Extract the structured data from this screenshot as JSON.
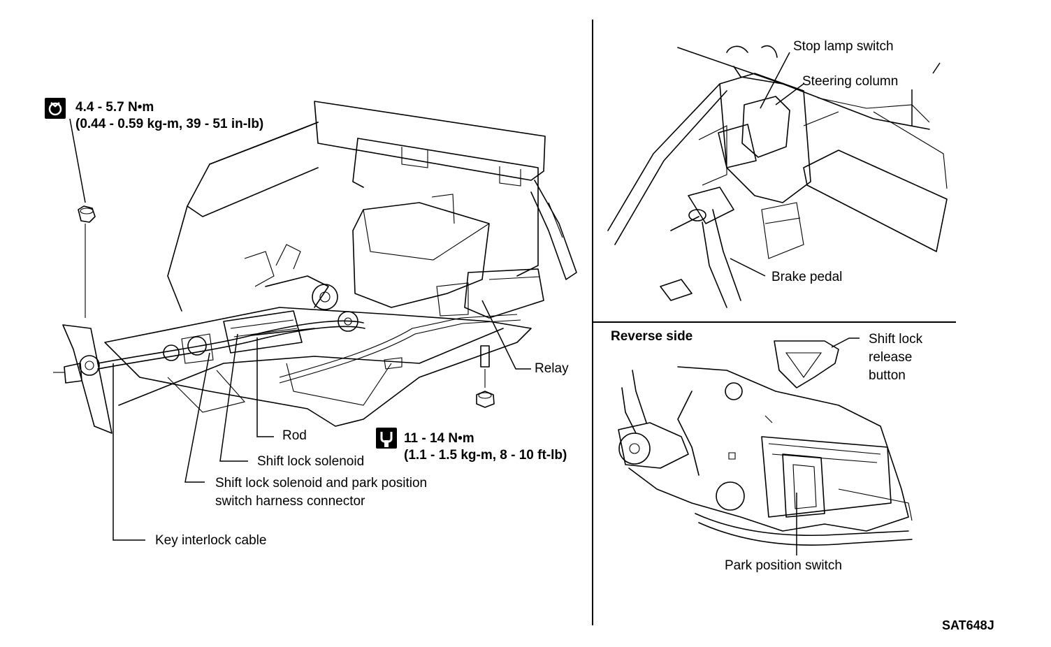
{
  "figure_code": "SAT648J",
  "torque": {
    "upper": {
      "line1": "4.4 - 5.7 N•m",
      "line2": "(0.44 - 0.59 kg-m, 39 - 51 in-lb)"
    },
    "lower": {
      "line1": "11 - 14 N•m",
      "line2": "(1.1 - 1.5 kg-m, 8 - 10 ft-lb)"
    }
  },
  "labels": {
    "relay": "Relay",
    "rod": "Rod",
    "shift_lock_solenoid": "Shift lock solenoid",
    "harness_connector_line1": "Shift lock solenoid and park position",
    "harness_connector_line2": "switch harness connector",
    "key_interlock_cable": "Key interlock cable",
    "stop_lamp_switch": "Stop lamp switch",
    "steering_column": "Steering column",
    "brake_pedal": "Brake pedal",
    "reverse_side": "Reverse side",
    "shift_lock_release_button_line1": "Shift lock",
    "shift_lock_release_button_line2": "release",
    "shift_lock_release_button_line3": "button",
    "park_position_switch": "Park position switch"
  }
}
